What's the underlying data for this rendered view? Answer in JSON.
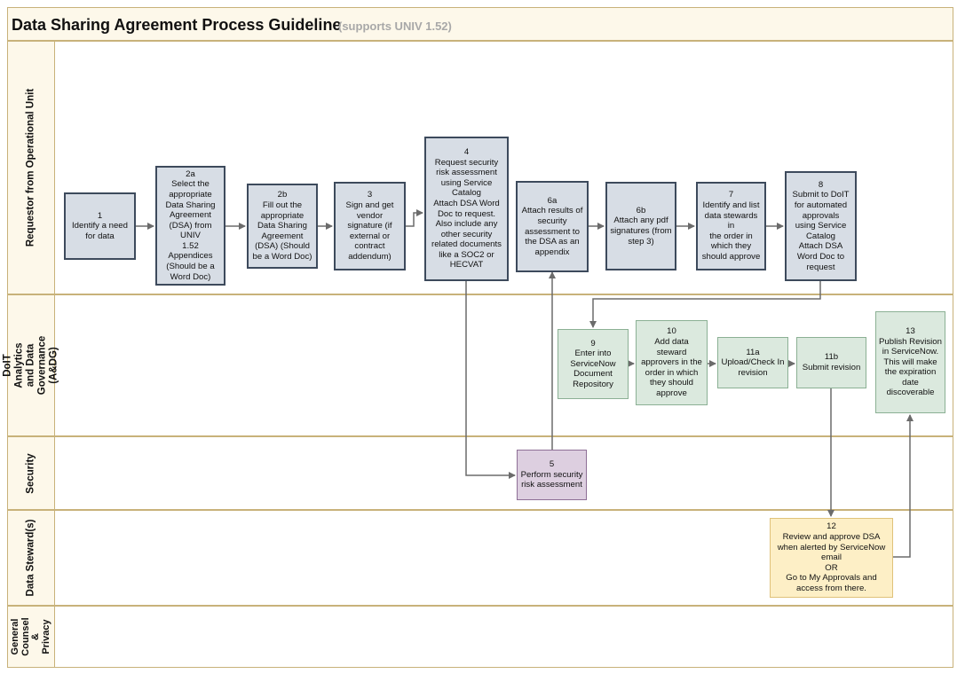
{
  "header": {
    "title": "Data Sharing Agreement Process Guideline",
    "subtitle": "(supports UNIV 1.52)"
  },
  "lanes": [
    {
      "label": "Requestor from Operational Unit"
    },
    {
      "label": "DoIT Analytics and Data\nGovernance (A&DG)"
    },
    {
      "label": "Security"
    },
    {
      "label": "Data Steward(s)"
    },
    {
      "label": "General\nCounsel &\nPrivacy"
    }
  ],
  "steps": {
    "s1": {
      "num": "1",
      "text": "Identify a need\nfor data"
    },
    "s2a": {
      "num": "2a",
      "text": "Select the\nappropriate\nData Sharing\nAgreement\n(DSA) from UNIV\n1.52 Appendices\n(Should be a\nWord Doc)"
    },
    "s2b": {
      "num": "2b",
      "text": "Fill out the\nappropriate\nData Sharing\nAgreement\n(DSA) (Should\nbe a Word Doc)"
    },
    "s3": {
      "num": "3",
      "text": "Sign and get\nvendor\nsignature (if\nexternal or\ncontract\naddendum)"
    },
    "s4": {
      "num": "4",
      "text": "Request security\nrisk assessment\nusing Service\nCatalog\nAttach DSA Word\nDoc to request.\nAlso include any\nother security\nrelated documents\nlike a SOC2 or\nHECVAT"
    },
    "s6a": {
      "num": "6a",
      "text": "Attach results of\nsecurity\nassessment to\nthe DSA as an\nappendix"
    },
    "s6b": {
      "num": "6b",
      "text": "Attach any pdf\nsignatures (from\nstep 3)"
    },
    "s7": {
      "num": "7",
      "text": "Identify and list\ndata stewards in\nthe order in\nwhich they\nshould approve"
    },
    "s8": {
      "num": "8",
      "text": "Submit to DoIT\nfor automated\napprovals\nusing Service\nCatalog\nAttach DSA\nWord Doc to\nrequest"
    },
    "s9": {
      "num": "9",
      "text": "Enter into\nServiceNow\nDocument\nRepository"
    },
    "s10": {
      "num": "10",
      "text": "Add data\nsteward\napprovers in the\norder in which\nthey should\napprove"
    },
    "s11a": {
      "num": "11a",
      "text": "Upload/Check In\nrevision"
    },
    "s11b": {
      "num": "11b",
      "text": "Submit revision"
    },
    "s13": {
      "num": "13",
      "text": "Publish Revision\nin ServiceNow.\nThis will make\nthe expiration\ndate\ndiscoverable"
    },
    "s5": {
      "num": "5",
      "text": "Perform security\nrisk assessment"
    },
    "s12": {
      "num": "12",
      "text": "Review and approve DSA\nwhen alerted by ServiceNow\nemail\nOR\nGo to My Approvals and\naccess from there."
    }
  },
  "colors": {
    "lane_border": "#c8b27a",
    "lane_header_bg": "#fdf8ea",
    "requestor_box": "#d7dde5",
    "adg_box": "#dbe9de",
    "security_box": "#ddcfe0",
    "steward_box": "#fdefc6",
    "arrow": "#6b6b6b"
  }
}
